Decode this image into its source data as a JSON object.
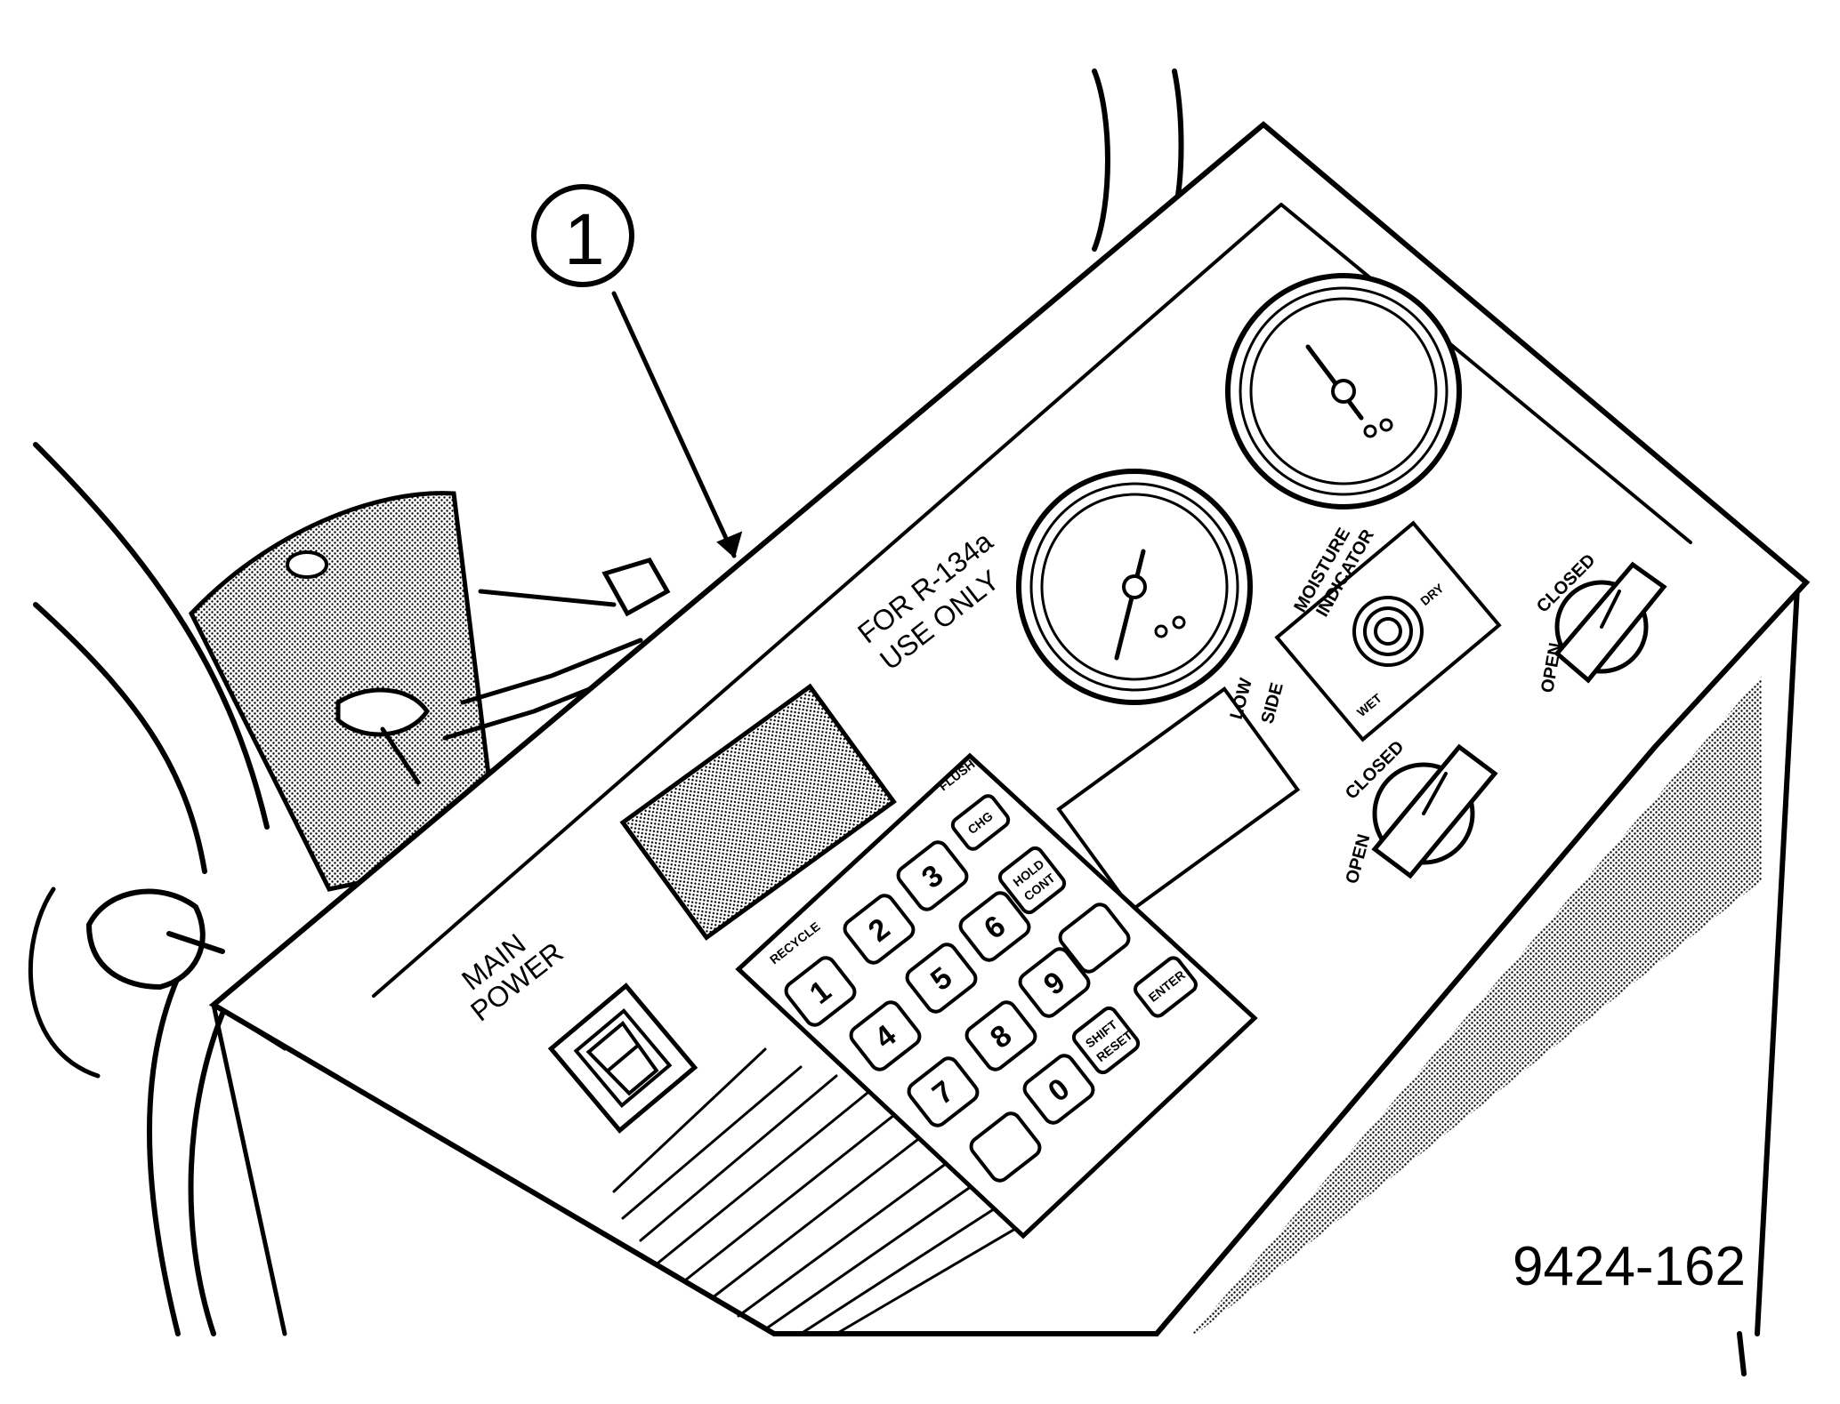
{
  "figure": {
    "callout_number": "1",
    "figure_id": "9424-162"
  },
  "panel": {
    "refrigerant_label_line1": "FOR R-134a",
    "refrigerant_label_line2": "USE ONLY",
    "main_power_line1": "MAIN",
    "main_power_line2": "POWER",
    "low_side_line1": "LOW",
    "low_side_line2": "SIDE",
    "moisture_line1": "MOISTURE",
    "moisture_line2": "INDICATOR",
    "moisture_wet": "WET",
    "moisture_dry": "DRY",
    "valve_closed": "CLOSED",
    "valve_open": "OPEN"
  },
  "keypad": {
    "keys": [
      "1",
      "2",
      "3",
      "4",
      "5",
      "6",
      "7",
      "8",
      "9",
      "0"
    ],
    "recycle_label": "RECYCLE",
    "flush_label": "FLUSH",
    "chg_label": "CHG",
    "hold_label": "HOLD",
    "cont_label": "CONT",
    "shift_label": "SHIFT",
    "reset_label": "RESET",
    "enter_label": "ENTER"
  },
  "colors": {
    "ink": "#000000",
    "paper": "#ffffff",
    "screen": "#9a9a9a"
  }
}
